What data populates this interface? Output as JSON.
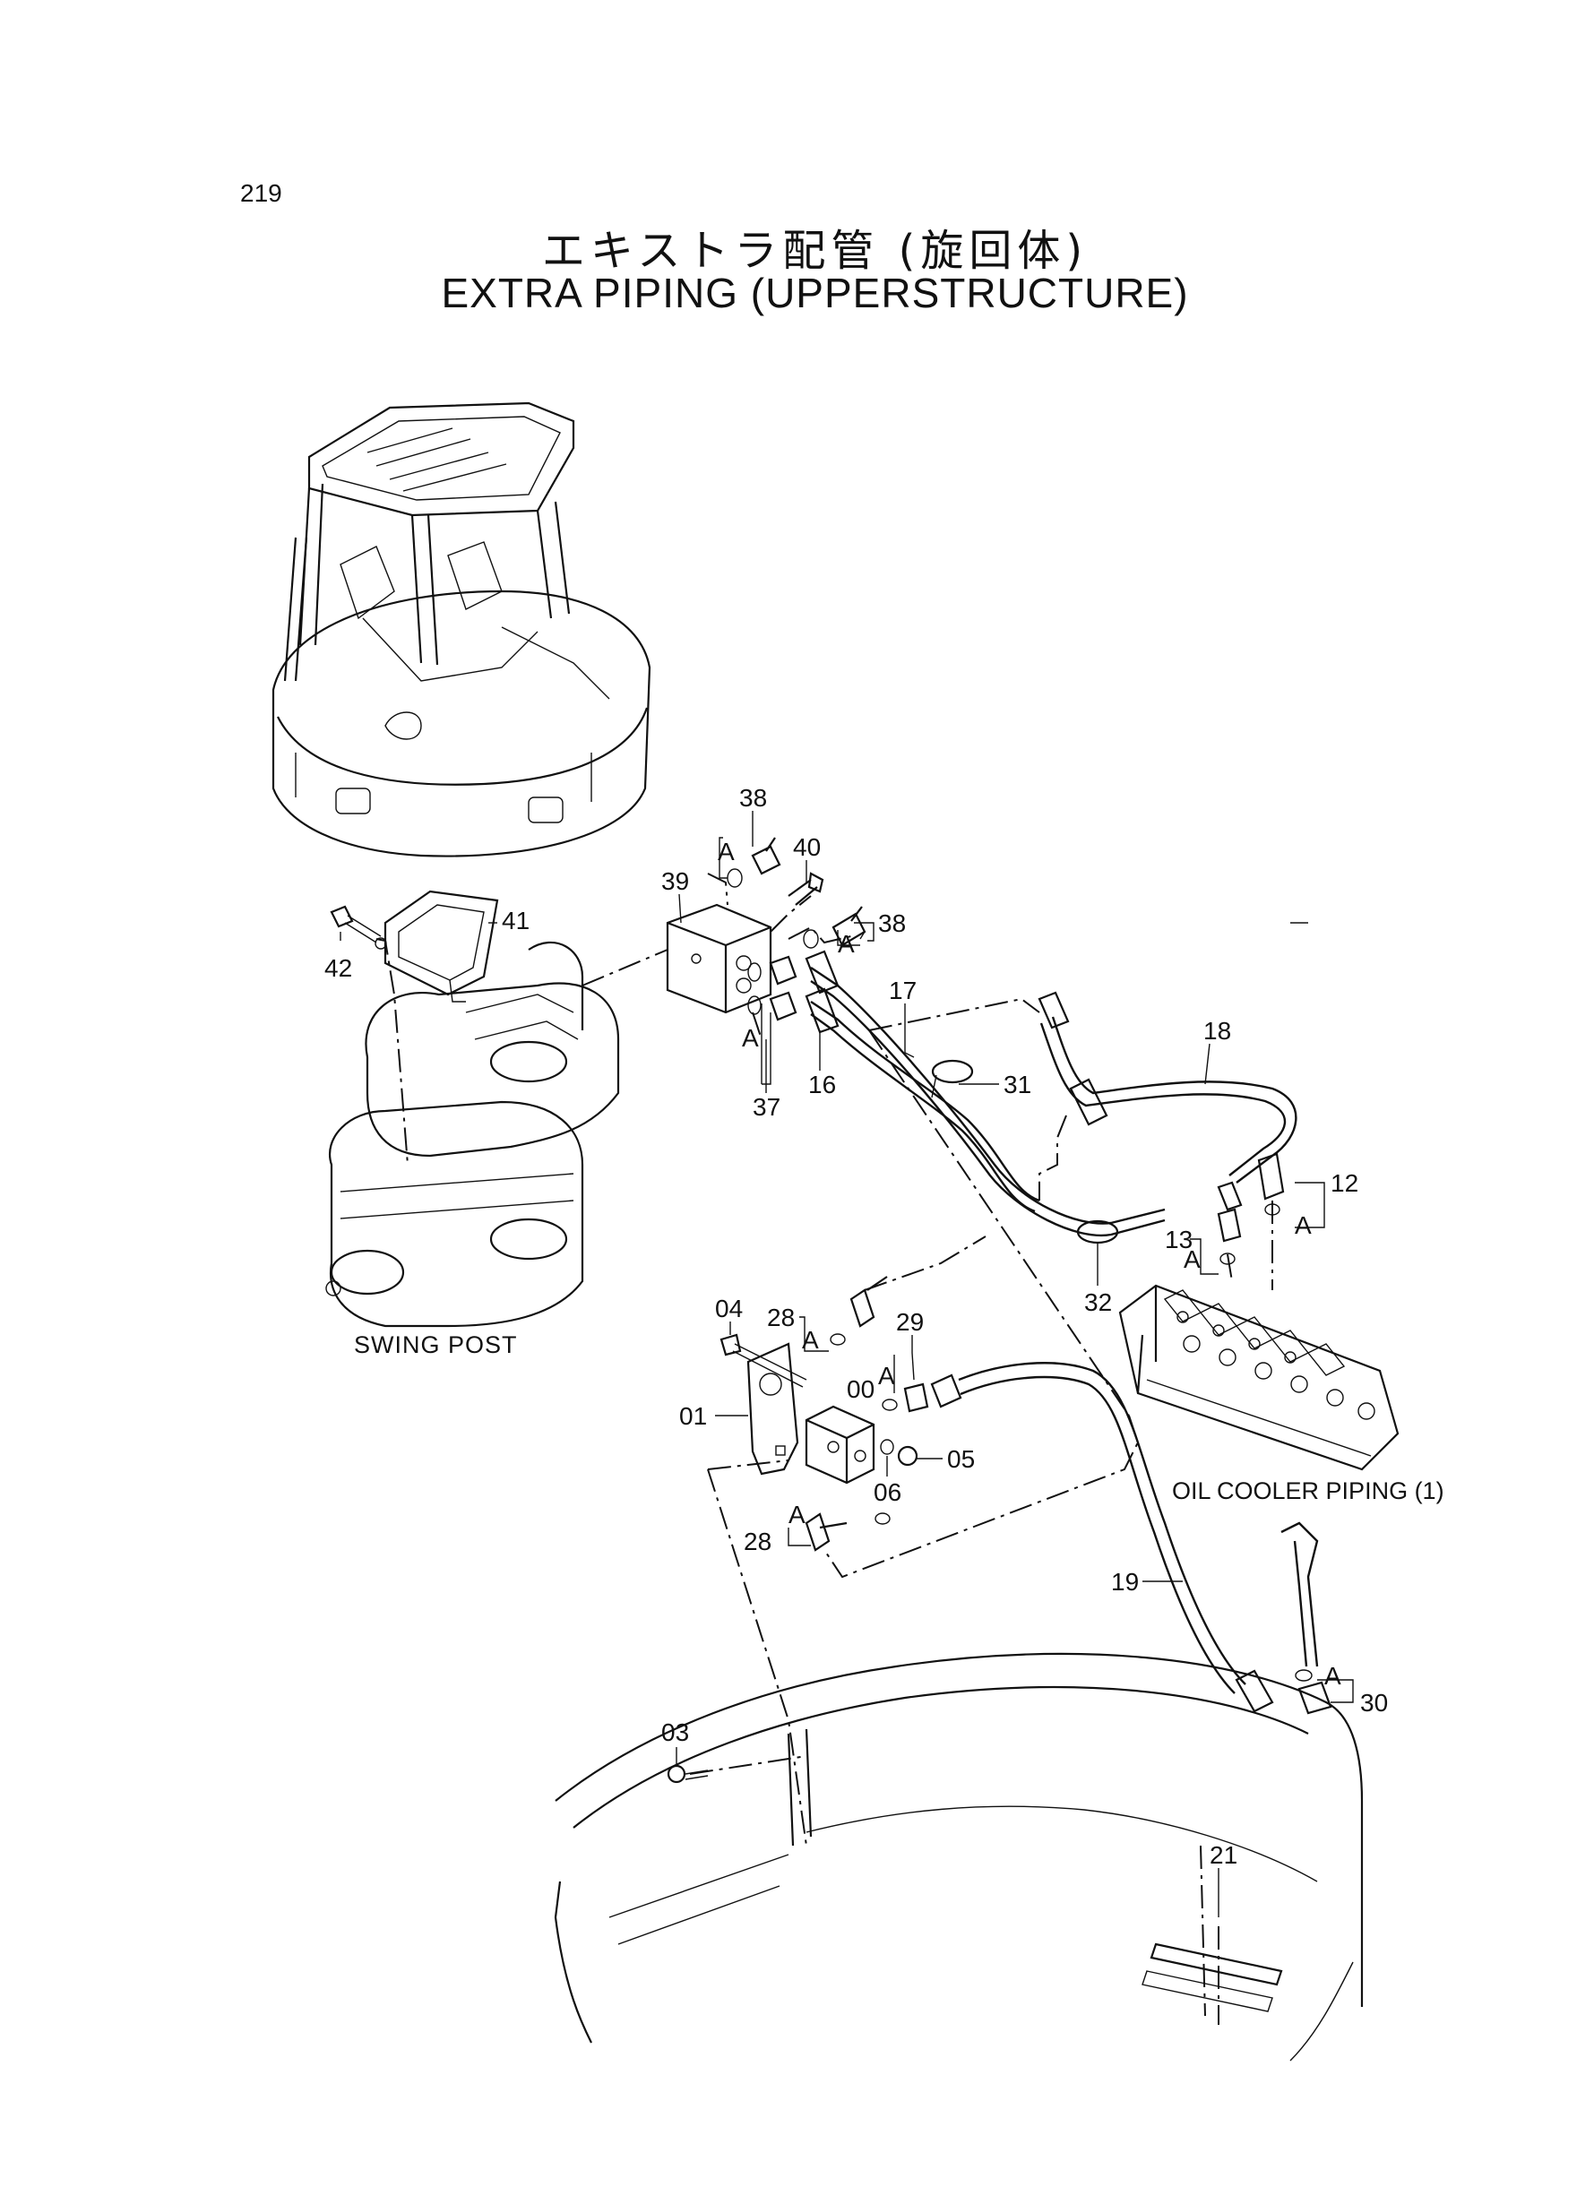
{
  "page": {
    "number": "219"
  },
  "title": {
    "japanese": "エキストラ配管 (旋回体)",
    "english": "EXTRA PIPING (UPPERSTRUCTURE)"
  },
  "assembly_labels": {
    "swing_post": "SWING POST",
    "oil_cooler": "OIL COOLER PIPING (1)"
  },
  "detail_marker": "A",
  "callouts": {
    "c38a": "38",
    "c40": "40",
    "c39": "39",
    "c38b": "38",
    "c41": "41",
    "c42": "42",
    "c17": "17",
    "c18": "18",
    "c31": "31",
    "c37": "37",
    "c16": "16",
    "c12": "12",
    "c13": "13",
    "c32": "32",
    "c04": "04",
    "c28a": "28",
    "c29": "29",
    "c00": "00",
    "c01": "01",
    "c05": "05",
    "c06": "06",
    "c28b": "28",
    "c19": "19",
    "c30": "30",
    "c03": "03",
    "c21": "21"
  }
}
